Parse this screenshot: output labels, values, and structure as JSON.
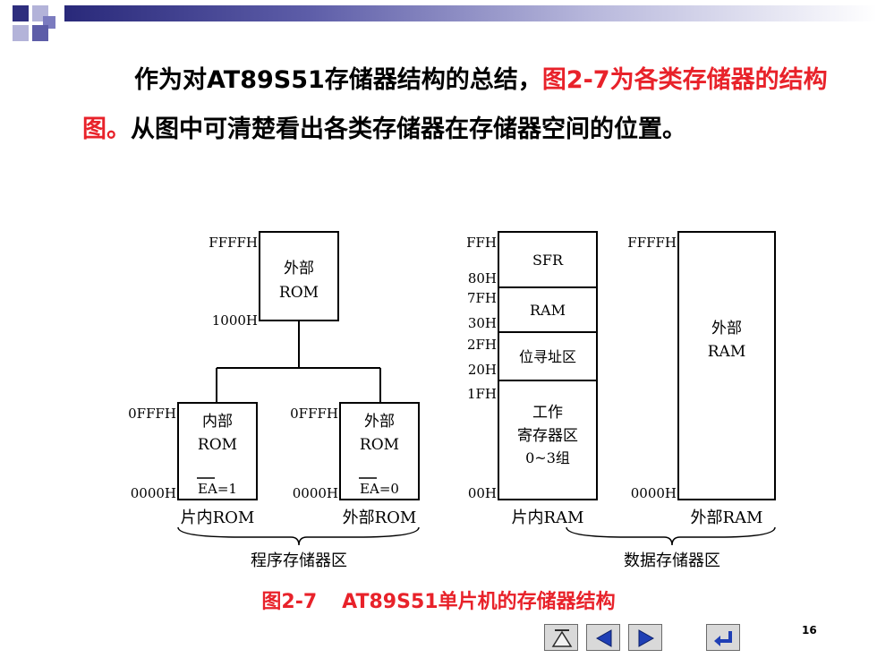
{
  "intro": {
    "seg1": "作为对AT89S51存储器结构的总结，",
    "seg2": "图2-7为各类存储器的结构图。",
    "seg3": "从图中可清楚看出各类存储器在存储器空间的位置。"
  },
  "diagram": {
    "program": {
      "ext_top": {
        "label_l1": "外部",
        "label_l2": "ROM",
        "addr_top": "FFFFH",
        "addr_bottom": "1000H"
      },
      "int_rom": {
        "label_l1": "内部",
        "label_l2": "ROM",
        "ea": "EA=1",
        "addr_top": "0FFFH",
        "addr_bottom": "0000H",
        "caption": "片内ROM"
      },
      "ext_low": {
        "label_l1": "外部",
        "label_l2": "ROM",
        "ea": "EA=0",
        "addr_top": "0FFFH",
        "addr_bottom": "0000H",
        "caption": "外部ROM"
      },
      "area_label": "程序存储器区"
    },
    "internal_ram": {
      "sfr": {
        "label": "SFR",
        "addr_top": "FFH",
        "addr_bottom": "80H"
      },
      "ram": {
        "label": "RAM",
        "addr_top": "7FH",
        "addr_bottom": "30H"
      },
      "bit": {
        "label": "位寻址区",
        "addr_top": "2FH",
        "addr_bottom": "20H"
      },
      "work": {
        "label_l1": "工作",
        "label_l2": "寄存器区",
        "label_l3": "0~3组",
        "addr_top": "1FH",
        "addr_bottom": "00H"
      },
      "caption": "片内RAM"
    },
    "external_ram": {
      "label_l1": "外部",
      "label_l2": "RAM",
      "addr_top": "FFFFH",
      "addr_bottom": "0000H",
      "caption": "外部RAM"
    },
    "data_area_label": "数据存储器区"
  },
  "caption": {
    "fig": "图2-7",
    "title": "AT89S51单片机的存储器结构"
  },
  "page_number": "16",
  "nav": {
    "first_icon": "home-icon",
    "prev_icon": "triangle-left-icon",
    "next_icon": "triangle-right-icon",
    "return_icon": "return-arrow-icon"
  },
  "colors": {
    "accent_red": "#e8222a",
    "header_bar": "#29297a",
    "button_gray": "#d9d9d9"
  }
}
